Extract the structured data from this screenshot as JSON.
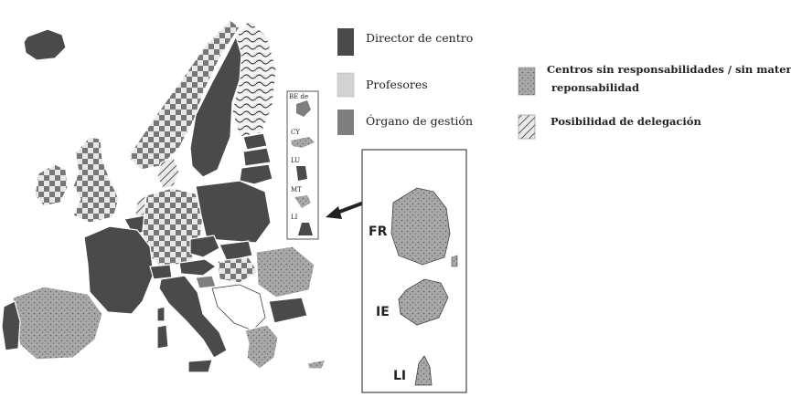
{
  "legend": {
    "director": "Director de centro",
    "profesores": "Profesores",
    "organo": "Órgano de gestión",
    "sin_resp_line1": "Centros sin responsabilidades / sin materia de",
    "sin_resp_line2": "reponsabilidad",
    "delegacion": "Posibilidad de delegación"
  },
  "small_countries": [
    "BE de",
    "CY",
    "LU",
    "MT",
    "LI"
  ],
  "inset_labels": [
    "FR",
    "IE",
    "LI"
  ],
  "categories": {
    "director": "#4a4a4a",
    "profesores": "#d2d2d2",
    "organo": "#7e7e7e",
    "sin_resp": "dots",
    "delegacion": "diagonal-hatch"
  }
}
